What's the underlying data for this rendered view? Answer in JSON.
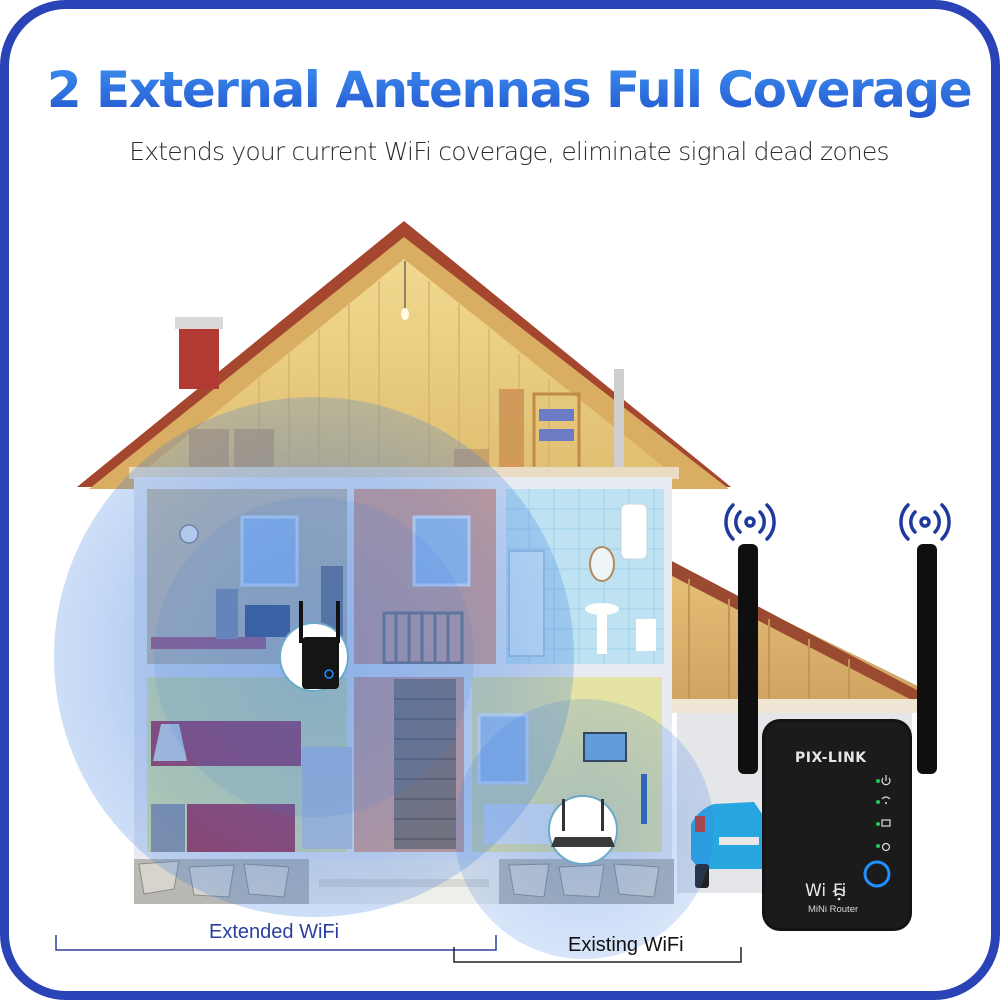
{
  "header": {
    "title": "2 External Antennas Full Coverage",
    "subtitle": "Extends your current WiFi coverage, eliminate signal dead zones"
  },
  "illustration": {
    "scene": "house-cutaway",
    "rooms": [
      "attic",
      "bedroom",
      "hallway",
      "bathroom",
      "kitchen",
      "staircase",
      "living-room",
      "garage"
    ],
    "coverage_zones": [
      {
        "name": "extended",
        "label": "Extended WiFi",
        "color": "#2f6fdc"
      },
      {
        "name": "existing",
        "label": "Existing WiFi",
        "color": "#111111"
      }
    ]
  },
  "product": {
    "brand": "PIX-LINK",
    "logo_text": "Wi  Fi",
    "model_text": "MiNi Router",
    "antenna_count": 2,
    "indicators": [
      "power-icon",
      "wifi-icon",
      "lan-icon",
      "wps-icon"
    ],
    "indicator_color": "#22c55e",
    "button_ring_color": "#1e90ff",
    "body_color": "#141414"
  },
  "legend": {
    "extended_label": "Extended WiFi",
    "existing_label": "Existing WiFi"
  },
  "colors": {
    "frame": "#2a44b8",
    "title_top": "#3d8ff0",
    "title_bottom": "#2356cf",
    "signal_icon": "#1f3a9e"
  }
}
